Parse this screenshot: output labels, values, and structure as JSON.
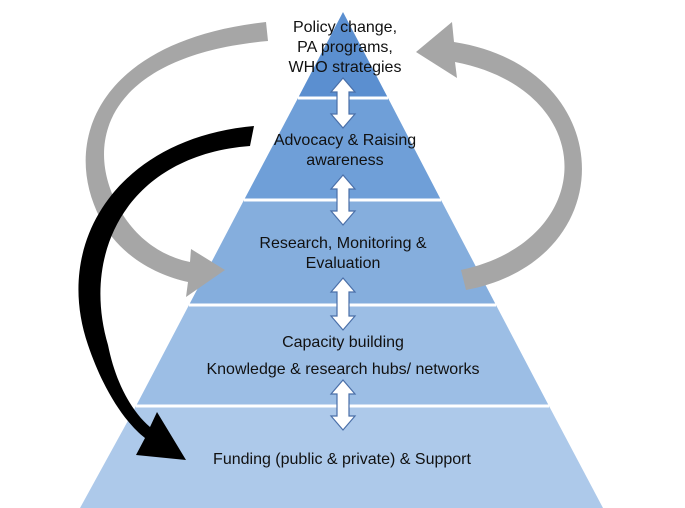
{
  "pyramid": {
    "tiers": [
      {
        "lines": [
          "Policy change,",
          "PA programs,",
          "WHO strategies"
        ],
        "fill": "#5b8fd0"
      },
      {
        "lines": [
          "Advocacy & Raising",
          "awareness"
        ],
        "fill": "#6f9fd8"
      },
      {
        "lines": [
          "Research, Monitoring &",
          "Evaluation"
        ],
        "fill": "#85aedd"
      },
      {
        "lines": [
          "Capacity building",
          "Knowledge & research hubs/ networks"
        ],
        "fill": "#9cbee5"
      },
      {
        "lines": [
          "Funding (public & private) & Support"
        ],
        "fill": "#adc9ea"
      }
    ],
    "separator_color": "#ffffff"
  },
  "connectors": {
    "double_arrow_count": 4,
    "double_arrow_fill": "#ffffff",
    "double_arrow_stroke": "#4a6fa8"
  },
  "feedback_arrows": {
    "left_gray_color": "#a6a6a6",
    "right_gray_color": "#a6a6a6",
    "black_arrow_color": "#000000"
  }
}
